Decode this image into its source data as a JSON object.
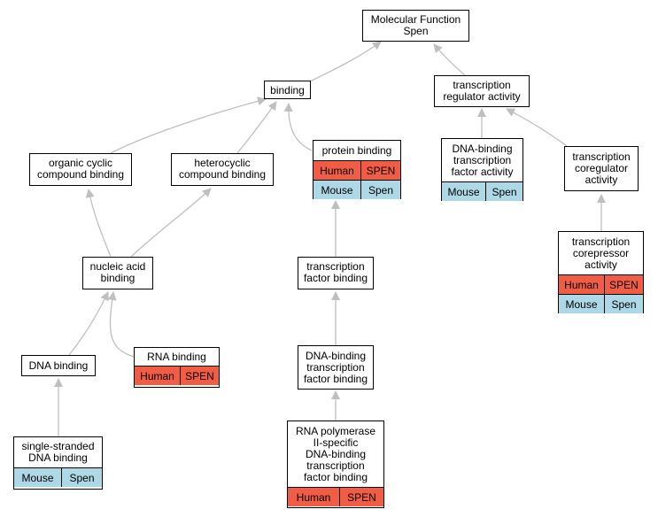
{
  "colors": {
    "human": "#f15d44",
    "mouse": "#add8e6",
    "edge": "#bfbfbf"
  },
  "nodes": {
    "molecular_function": {
      "lines": [
        "Molecular Function",
        "Spen"
      ]
    },
    "binding": {
      "lines": [
        "binding"
      ]
    },
    "transcription_regulator": {
      "lines": [
        "transcription",
        "regulator activity"
      ]
    },
    "organic_cyclic": {
      "lines": [
        "organic cyclic",
        "compound binding"
      ]
    },
    "heterocyclic": {
      "lines": [
        "heterocyclic",
        "compound binding"
      ]
    },
    "protein_binding": {
      "lines": [
        "protein binding"
      ],
      "rows": [
        [
          "Human",
          "SPEN"
        ],
        [
          "Mouse",
          "Spen"
        ]
      ]
    },
    "dna_binding_tf_activity": {
      "lines": [
        "DNA-binding",
        "transcription",
        "factor activity"
      ],
      "rows": [
        [
          "Mouse",
          "Spen"
        ]
      ]
    },
    "transcription_coregulator": {
      "lines": [
        "transcription",
        "coregulator",
        "activity"
      ]
    },
    "nucleic_acid": {
      "lines": [
        "nucleic acid",
        "binding"
      ]
    },
    "transcription_factor_binding": {
      "lines": [
        "transcription",
        "factor binding"
      ]
    },
    "transcription_corepressor": {
      "lines": [
        "transcription",
        "corepressor",
        "activity"
      ],
      "rows": [
        [
          "Human",
          "SPEN"
        ],
        [
          "Mouse",
          "Spen"
        ]
      ]
    },
    "dna_binding": {
      "lines": [
        "DNA binding"
      ]
    },
    "rna_binding": {
      "lines": [
        "RNA binding"
      ],
      "rows": [
        [
          "Human",
          "SPEN"
        ]
      ]
    },
    "dna_binding_tf_binding": {
      "lines": [
        "DNA-binding",
        "transcription",
        "factor binding"
      ]
    },
    "single_stranded": {
      "lines": [
        "single-stranded",
        "DNA binding"
      ],
      "rows": [
        [
          "Mouse",
          "Spen"
        ]
      ]
    },
    "rna_polymerase": {
      "lines": [
        "RNA polymerase",
        "II-specific",
        "DNA-binding",
        "transcription",
        "factor binding"
      ],
      "rows": [
        [
          "Human",
          "SPEN"
        ]
      ]
    }
  }
}
